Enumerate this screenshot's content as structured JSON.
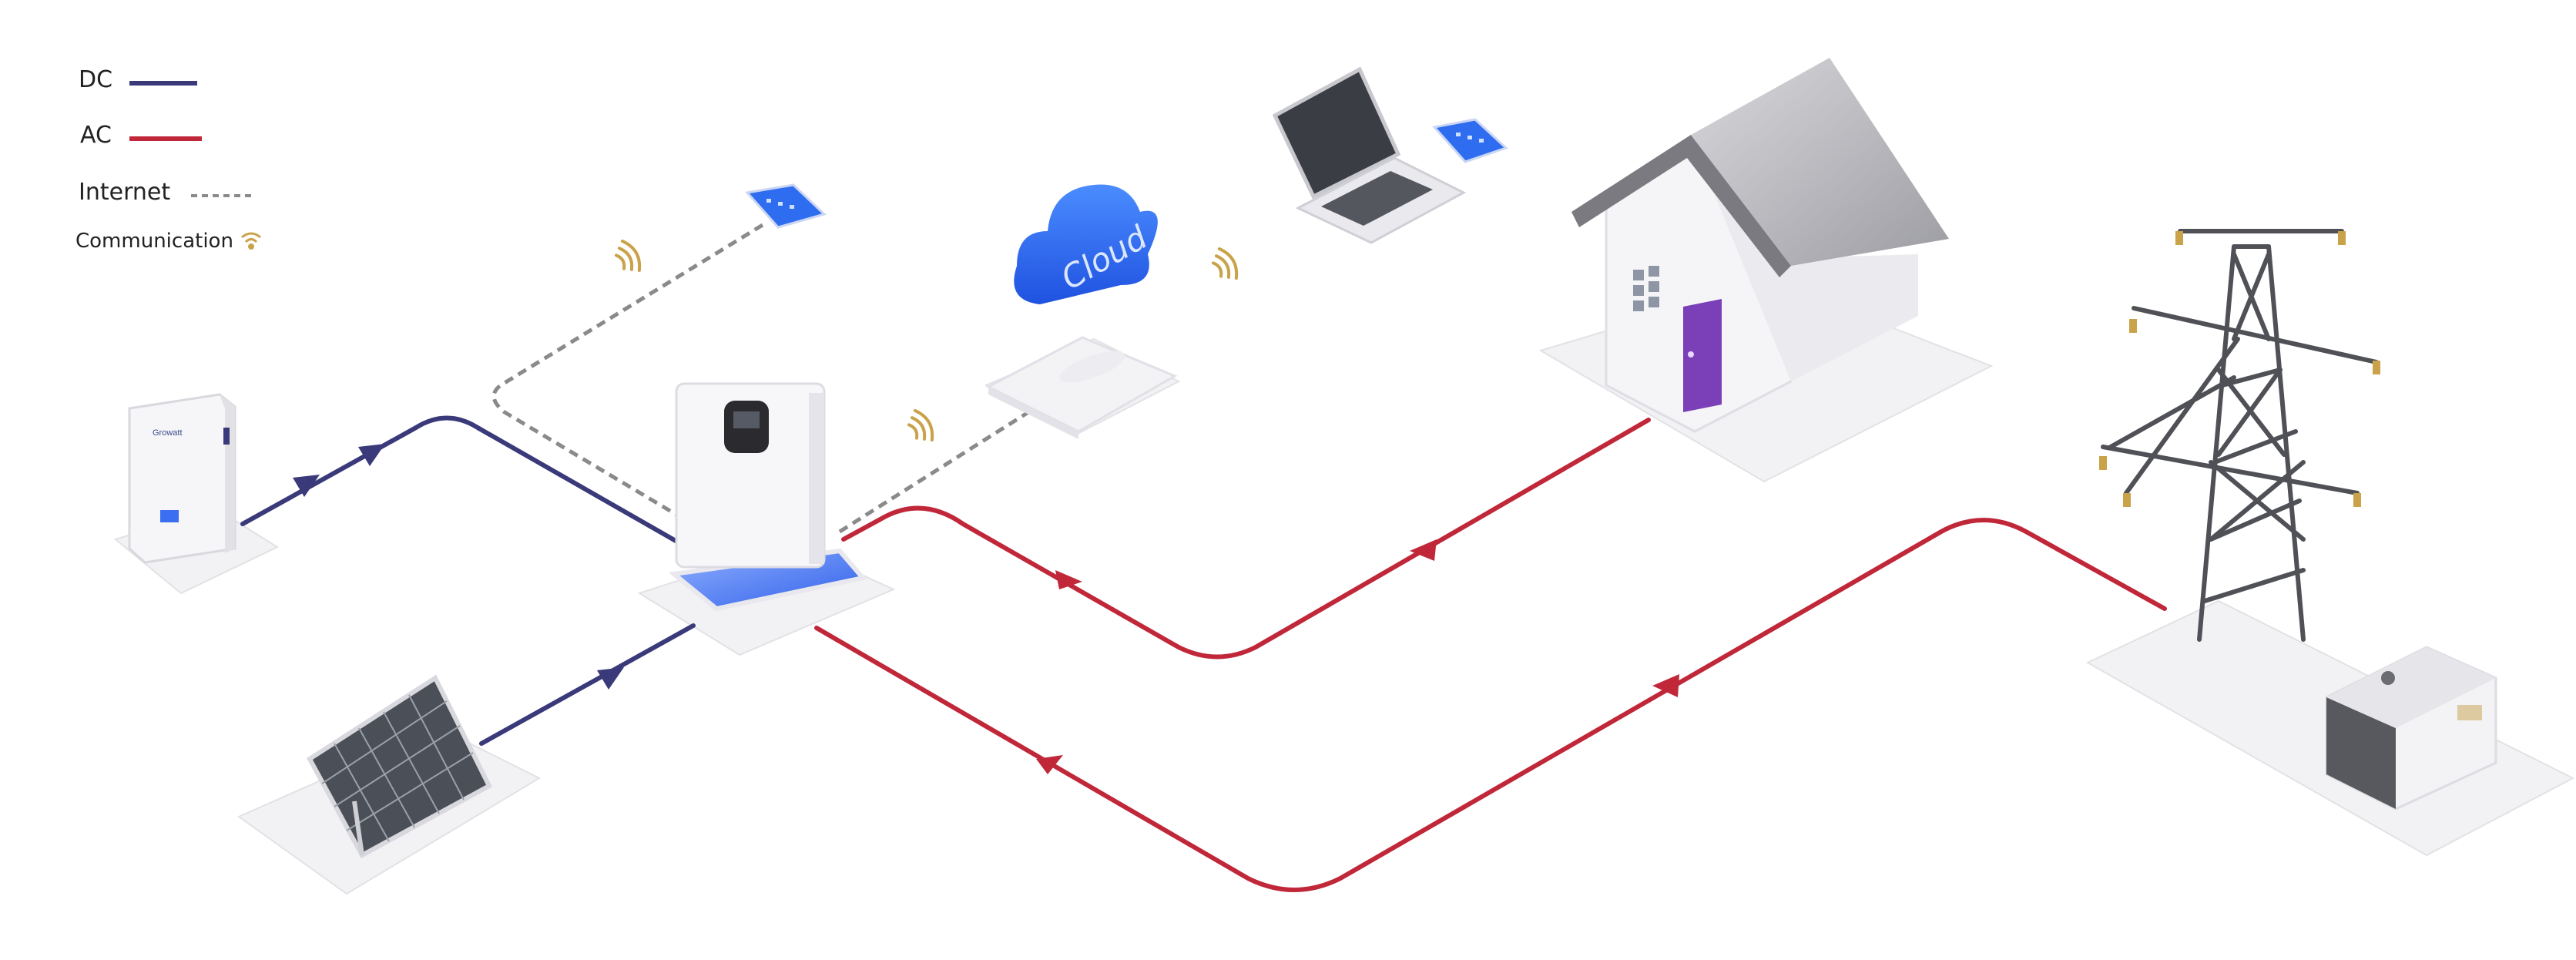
{
  "legend": {
    "items": [
      {
        "label": "DC",
        "color": "#3a3a7a",
        "style": "solid"
      },
      {
        "label": "AC",
        "color": "#c0283a",
        "style": "solid"
      },
      {
        "label": "Internet",
        "color": "#8a8a8a",
        "style": "dashed"
      },
      {
        "label": "Communication",
        "color": "#c9a24a",
        "icon": "wifi-icon"
      }
    ]
  },
  "components": {
    "battery": {
      "brand": "Growatt",
      "icon": "battery-icon"
    },
    "solar_panel": {
      "icon": "solar-panel-icon"
    },
    "inverter": {
      "icon": "inverter-icon"
    },
    "router": {
      "icon": "router-icon"
    },
    "cloud": {
      "label": "Cloud",
      "icon": "cloud-icon"
    },
    "phone_top": {
      "icon": "smartphone-icon"
    },
    "laptop": {
      "icon": "laptop-icon"
    },
    "phone_laptop": {
      "icon": "smartphone-icon"
    },
    "house": {
      "icon": "house-icon"
    },
    "pylon": {
      "icon": "power-pylon-icon"
    },
    "generator": {
      "icon": "generator-icon"
    }
  },
  "colors": {
    "dc": "#3a3a7a",
    "ac": "#c0283a",
    "internet": "#8a8a8a",
    "communication": "#c9a24a",
    "accent_blue": "#2f6df0",
    "door": "#7b3fb8"
  }
}
